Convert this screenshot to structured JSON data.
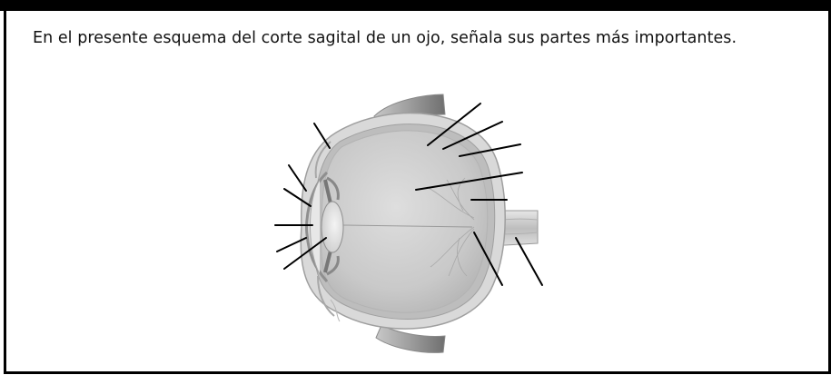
{
  "instruction": "En el presente esquema del corte sagital de un ojo, señala sus partes más importantes.",
  "colors": {
    "frame": "#000000",
    "sclera": "#d9d9d9",
    "vitreous": "#c6c6c6",
    "muscle": "#a6a6a6",
    "leader_line": "#000000"
  },
  "diagram": {
    "subject": "eye-sagittal-section",
    "labels_blank": true,
    "leader_line_count": 13
  }
}
